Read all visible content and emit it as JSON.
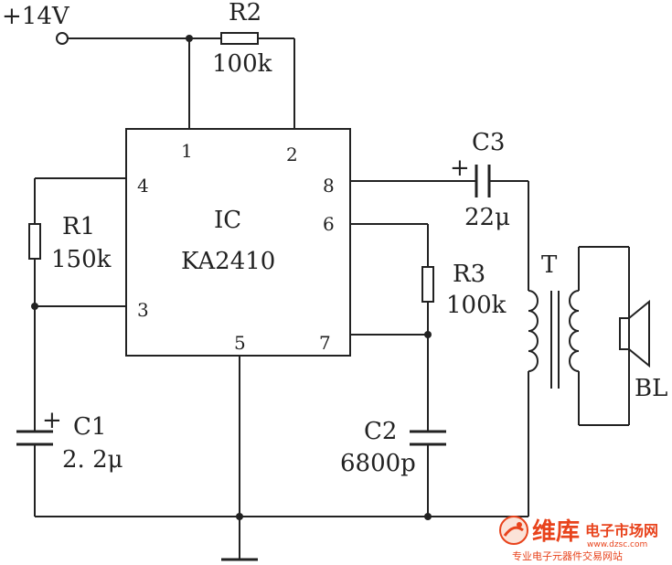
{
  "supply": {
    "label": "+14V"
  },
  "ic": {
    "name": "IC",
    "model": "KA2410",
    "pins": [
      "1",
      "2",
      "3",
      "4",
      "5",
      "6",
      "7",
      "8"
    ]
  },
  "components": {
    "r1": {
      "name": "R1",
      "value": "150k"
    },
    "r2": {
      "name": "R2",
      "value": "100k"
    },
    "r3": {
      "name": "R3",
      "value": "100k"
    },
    "c1": {
      "name": "C1",
      "value": "2. 2μ",
      "polarity": "+"
    },
    "c2": {
      "name": "C2",
      "value": "6800p"
    },
    "c3": {
      "name": "C3",
      "value": "22μ",
      "polarity": "+"
    },
    "t": {
      "name": "T"
    },
    "bl": {
      "name": "BL"
    }
  },
  "watermark": {
    "brand": "维库",
    "site": "电子市场网",
    "url": "www.dzsc.com",
    "slogan": "专业电子元器件交易网站",
    "color": "#e8431c"
  }
}
